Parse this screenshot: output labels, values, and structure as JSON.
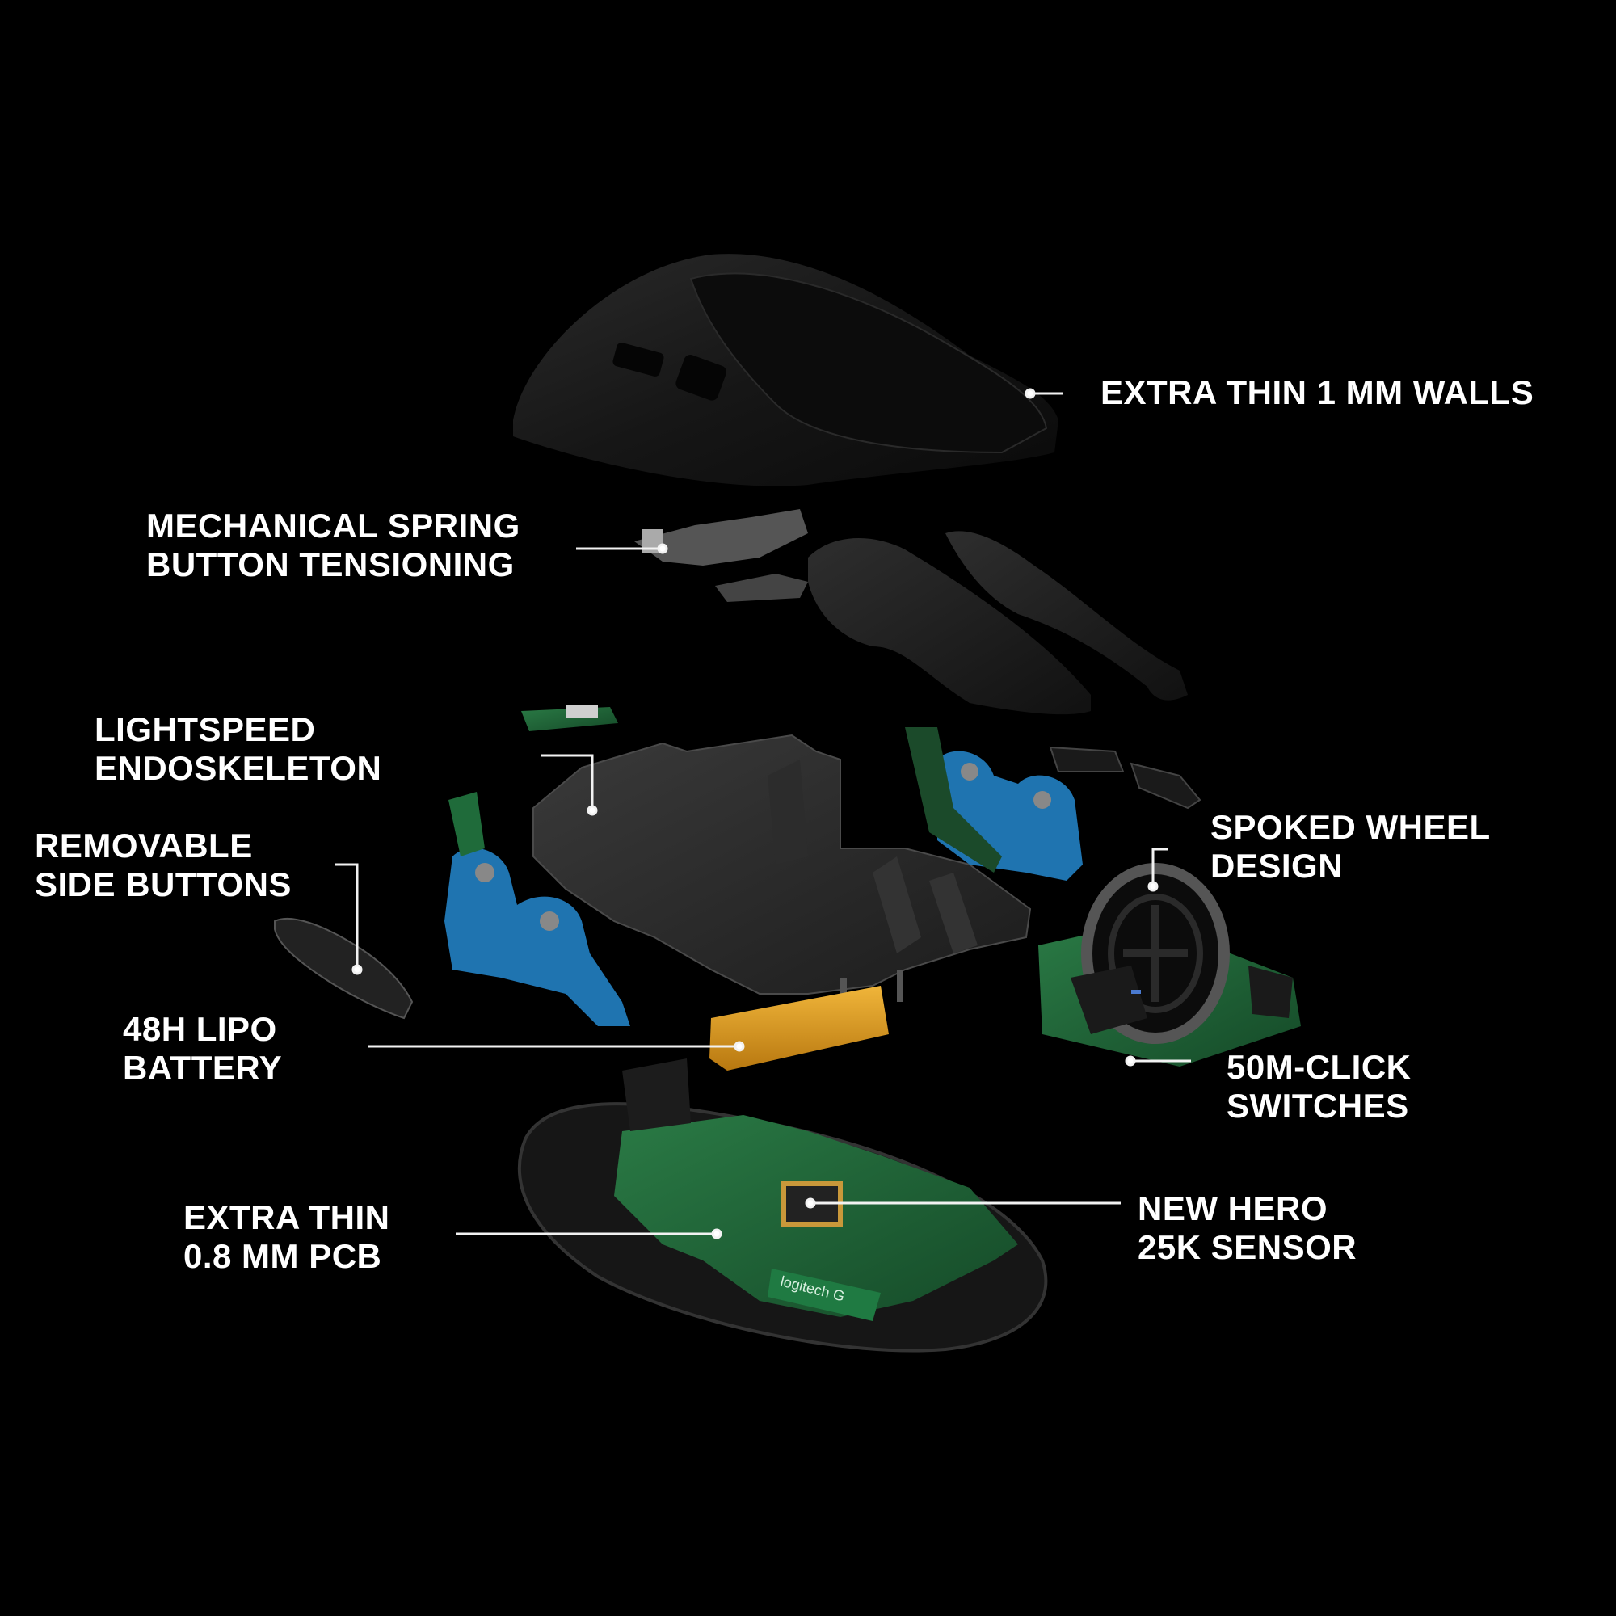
{
  "image": {
    "background": "#000000",
    "subject": "exploded view of wireless gaming mouse",
    "label_color": "#ffffff",
    "accent_colors": {
      "blue_parts": "#1f74b0",
      "pcb_green": "#1f6b3a",
      "battery_amber": "#d99a1a",
      "shell_black": "#141414"
    }
  },
  "callouts": [
    {
      "id": "walls",
      "lines": [
        "EXTRA THIN 1 MM WALLS"
      ]
    },
    {
      "id": "spring",
      "lines": [
        "MECHANICAL SPRING",
        "BUTTON TENSIONING"
      ]
    },
    {
      "id": "endoskeleton",
      "lines": [
        "LIGHTSPEED",
        "ENDOSKELETON"
      ]
    },
    {
      "id": "side-buttons",
      "lines": [
        "REMOVABLE",
        "SIDE BUTTONS"
      ]
    },
    {
      "id": "wheel",
      "lines": [
        "SPOKED WHEEL",
        "DESIGN"
      ]
    },
    {
      "id": "battery",
      "lines": [
        "48H LIPO",
        "BATTERY"
      ]
    },
    {
      "id": "switches",
      "lines": [
        "50M-CLICK",
        "SWITCHES"
      ]
    },
    {
      "id": "pcb",
      "lines": [
        "EXTRA THIN",
        "0.8 MM PCB"
      ]
    },
    {
      "id": "sensor",
      "lines": [
        "NEW HERO",
        "25K SENSOR"
      ]
    }
  ],
  "pcb_logo_text": "logitech G"
}
